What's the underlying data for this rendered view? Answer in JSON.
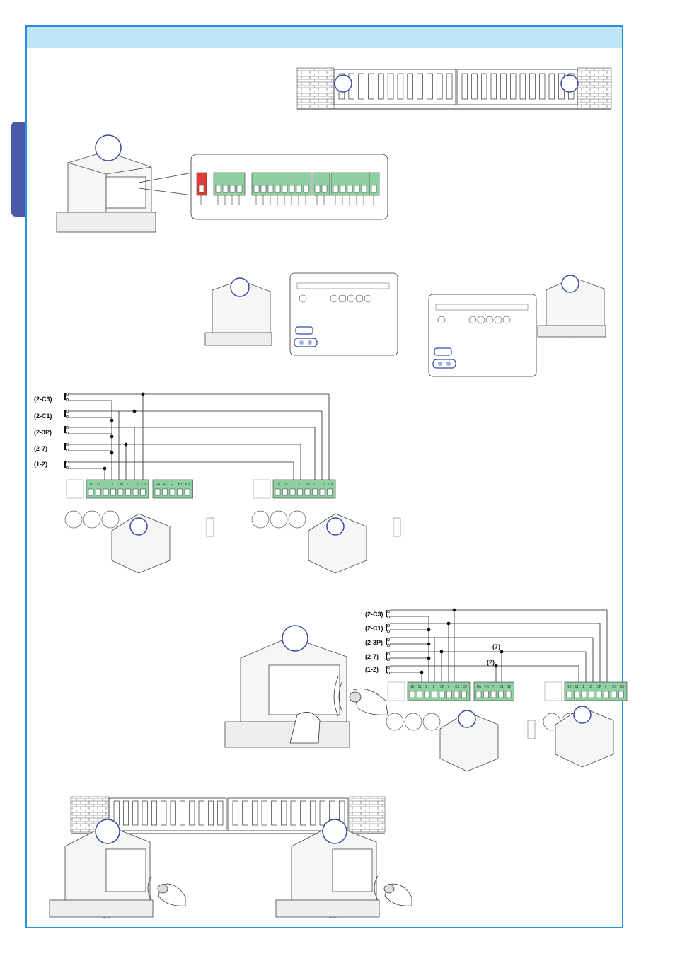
{
  "colors": {
    "frame": "#2a8fd6",
    "header": "#bfe6f8",
    "side_tab": "#4a5aa8",
    "terminal_green": "#8fd0a2",
    "terminal_red": "#e03a3a",
    "callout_circle": "#3a4aa0"
  },
  "wiring_labels": [
    "(2-C3)",
    "(2-C1)",
    "(2-3P)",
    "(2-7)",
    "(1-2)"
  ],
  "wiring_labels_2": [
    "(2-C3)",
    "(2-C1)",
    "(2-3P)",
    "(2-7)",
    "(1-2)"
  ],
  "bridge_labels": [
    "(7)",
    "(2)"
  ],
  "terminal_labels_main": [
    "10",
    "11",
    "1",
    "2",
    "3P",
    "7",
    "C1",
    "C3"
  ],
  "terminal_labels_aux": [
    "FA",
    "FC",
    "F",
    "B1",
    "B2"
  ],
  "icons": [
    "brick-wall-icon",
    "sliding-gate-icon",
    "gate-motor-icon",
    "control-board-icon",
    "hand-remote-icon",
    "push-button-icon"
  ]
}
